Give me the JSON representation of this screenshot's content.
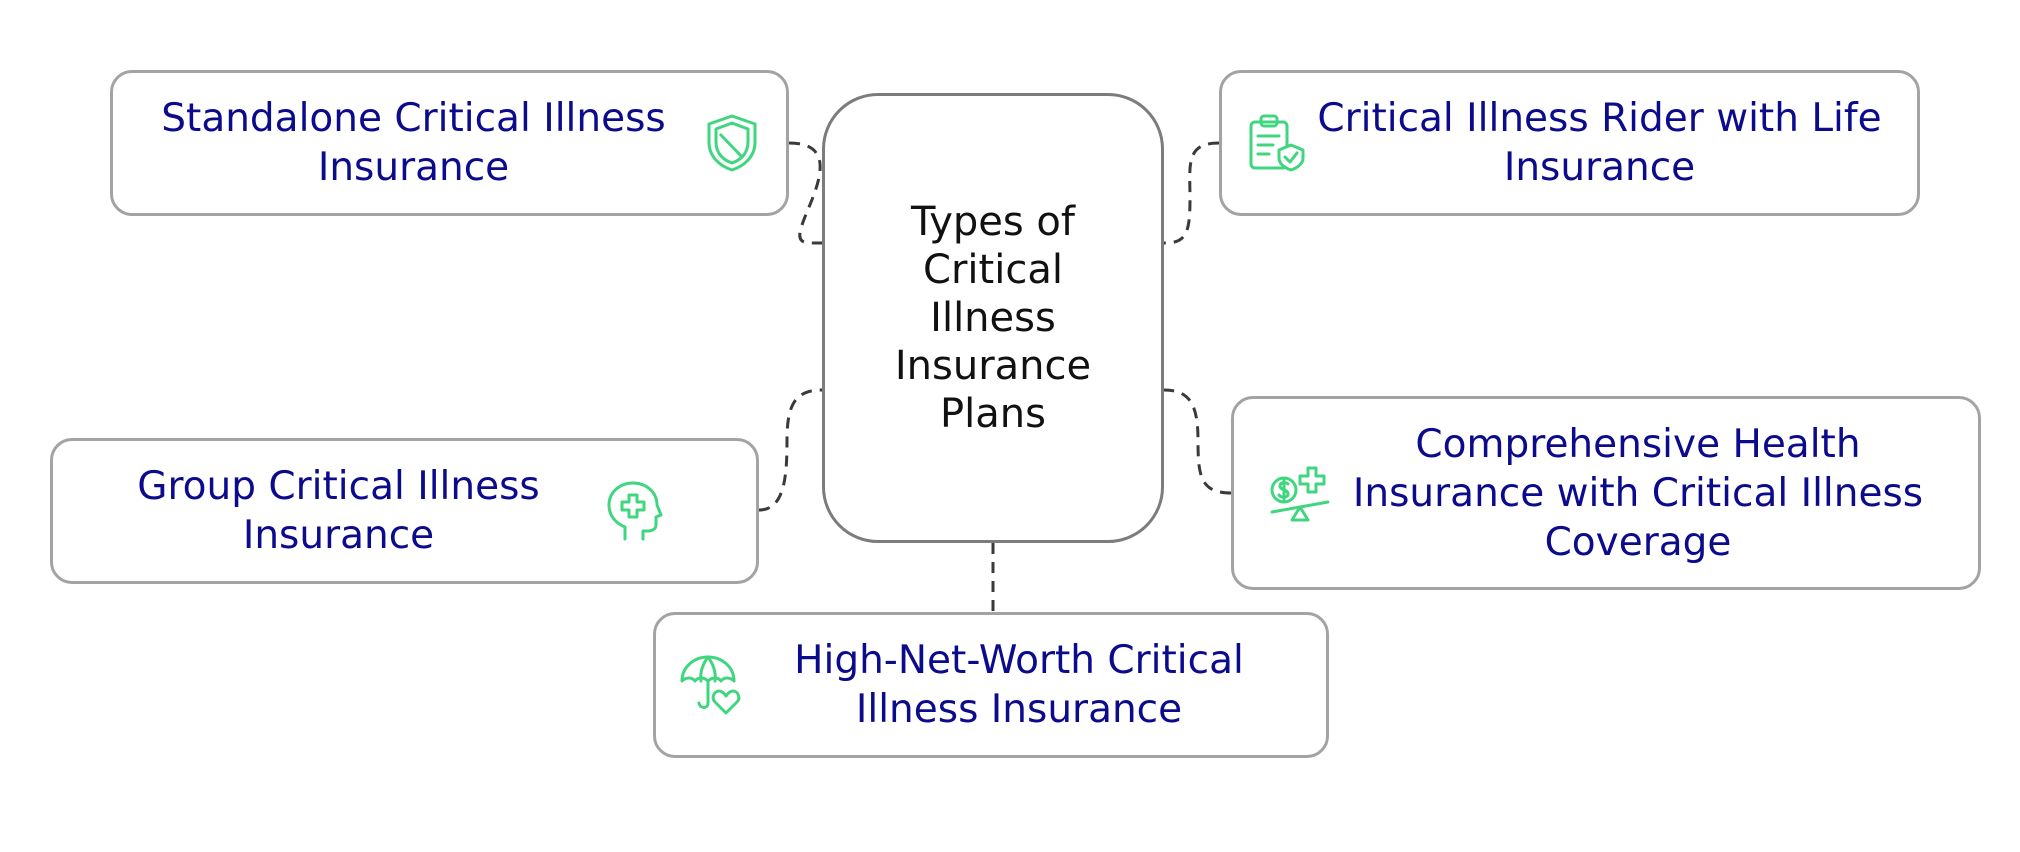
{
  "diagram": {
    "center": {
      "title": "Types of Critical Illness Insurance Plans"
    },
    "nodes": [
      {
        "id": "standalone",
        "label": "Standalone Critical Illness Insurance",
        "icon": "shield-icon"
      },
      {
        "id": "rider",
        "label": "Critical Illness Rider with Life Insurance",
        "icon": "clipboard-check-icon"
      },
      {
        "id": "group",
        "label": "Group Critical Illness Insurance",
        "icon": "head-medical-icon"
      },
      {
        "id": "comprehensive",
        "label": "Comprehensive Health Insurance with Critical Illness Coverage",
        "icon": "money-health-balance-icon"
      },
      {
        "id": "hnw",
        "label": "High-Net-Worth Critical Illness Insurance",
        "icon": "umbrella-heart-icon"
      }
    ],
    "colors": {
      "label_text": "#0b0b8c",
      "center_text": "#111111",
      "icon": "#3fd67f",
      "box_border": "#a3a3a3",
      "center_border": "#7c7c7c",
      "connector": "#3a3a3a"
    }
  }
}
